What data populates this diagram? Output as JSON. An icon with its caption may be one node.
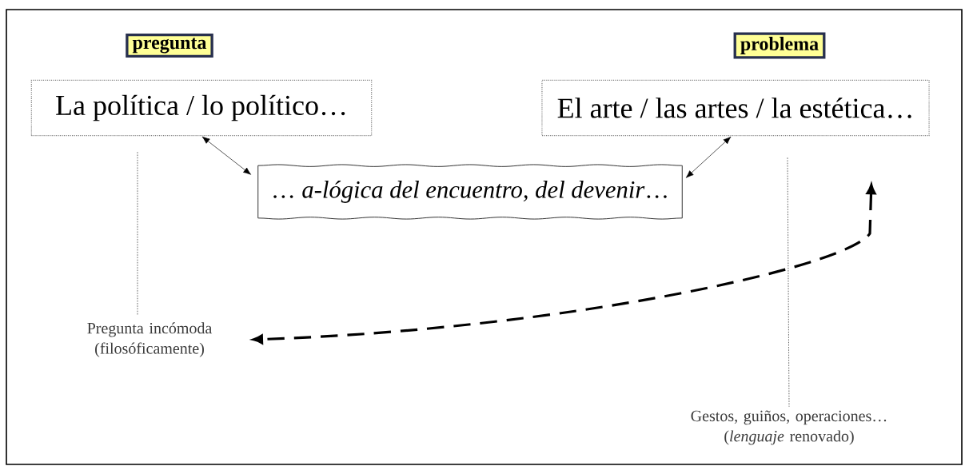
{
  "diagram": {
    "nodes": [
      {
        "text": [
          "pregunta"
        ]
      },
      {
        "text": [
          "problema"
        ]
      },
      {
        "text": [
          "La política / lo político…"
        ]
      },
      {
        "text": [
          "El arte / las artes / la estética…"
        ]
      },
      {
        "text": [
          "… *a-lógica del encuentro, del devenir*…"
        ]
      },
      {
        "text": [
          "Pregunta incómoda (filosóficamente)"
        ]
      },
      {
        "text": [
          "Gestos, guiños, operaciones… (*lenguaje* renovado)"
        ]
      }
    ],
    "edges": [
      {
        "from": 4,
        "to": 2,
        "arrow": "both"
      },
      {
        "from": 4,
        "to": 3,
        "arrow": "both"
      },
      {
        "from": 2,
        "to": 5,
        "arrow": "none",
        "style": "dashed"
      },
      {
        "from": 3,
        "to": 6,
        "arrow": "none",
        "style": "dashed"
      },
      {
        "from": null,
        "to": 5,
        "arrow": "both",
        "style": "dashed"
      }
    ]
  }
}
